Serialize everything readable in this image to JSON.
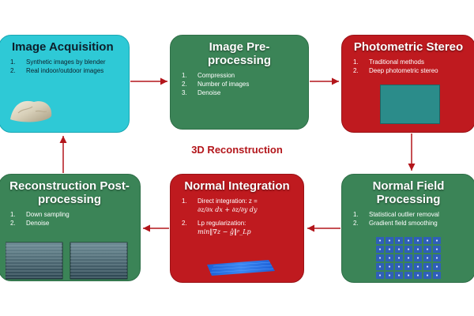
{
  "center_label": "3D Reconstruction",
  "stages": {
    "acquisition": {
      "title": "Image Acquisition",
      "items": [
        {
          "num": "1.",
          "text": "Synthetic images by blender"
        },
        {
          "num": "2.",
          "text": "Real indoor/outdoor images"
        }
      ]
    },
    "preprocessing": {
      "title": "Image Pre-processing",
      "items": [
        {
          "num": "1.",
          "text": "Compression"
        },
        {
          "num": "2.",
          "text": "Number of images"
        },
        {
          "num": "3.",
          "text": "Denoise"
        }
      ]
    },
    "photometric": {
      "title": "Photometric Stereo",
      "items": [
        {
          "num": "1.",
          "text": "Traditional methods"
        },
        {
          "num": "2.",
          "text": "Deep photometric stereo"
        }
      ]
    },
    "normal_field": {
      "title_line1": "Normal Field",
      "title_line2": "Processing",
      "items": [
        {
          "num": "1.",
          "text": "Statistical outlier removal"
        },
        {
          "num": "2.",
          "text": "Gradient field smoothing"
        }
      ]
    },
    "normal_integration": {
      "title": "Normal Integration",
      "items": [
        {
          "num": "1.",
          "text": "Direct integration: z ="
        },
        {
          "num": "",
          "text": "∂z/∂x dx + ∂z/∂y dy"
        },
        {
          "num": "2.",
          "text": "Lp regularization:"
        },
        {
          "num": "",
          "text": "min‖∇z − ĝ‖ᵖ_Lp"
        }
      ]
    },
    "post": {
      "title_line1": "Reconstruction Post-",
      "title_line2": "processing",
      "items": [
        {
          "num": "1.",
          "text": "Down sampling"
        },
        {
          "num": "2.",
          "text": "Denoise"
        }
      ]
    }
  },
  "colors": {
    "cyan": "#2ec9d6",
    "green": "#3b8457",
    "red": "#bf1a1f",
    "arrow": "#b3161b"
  }
}
